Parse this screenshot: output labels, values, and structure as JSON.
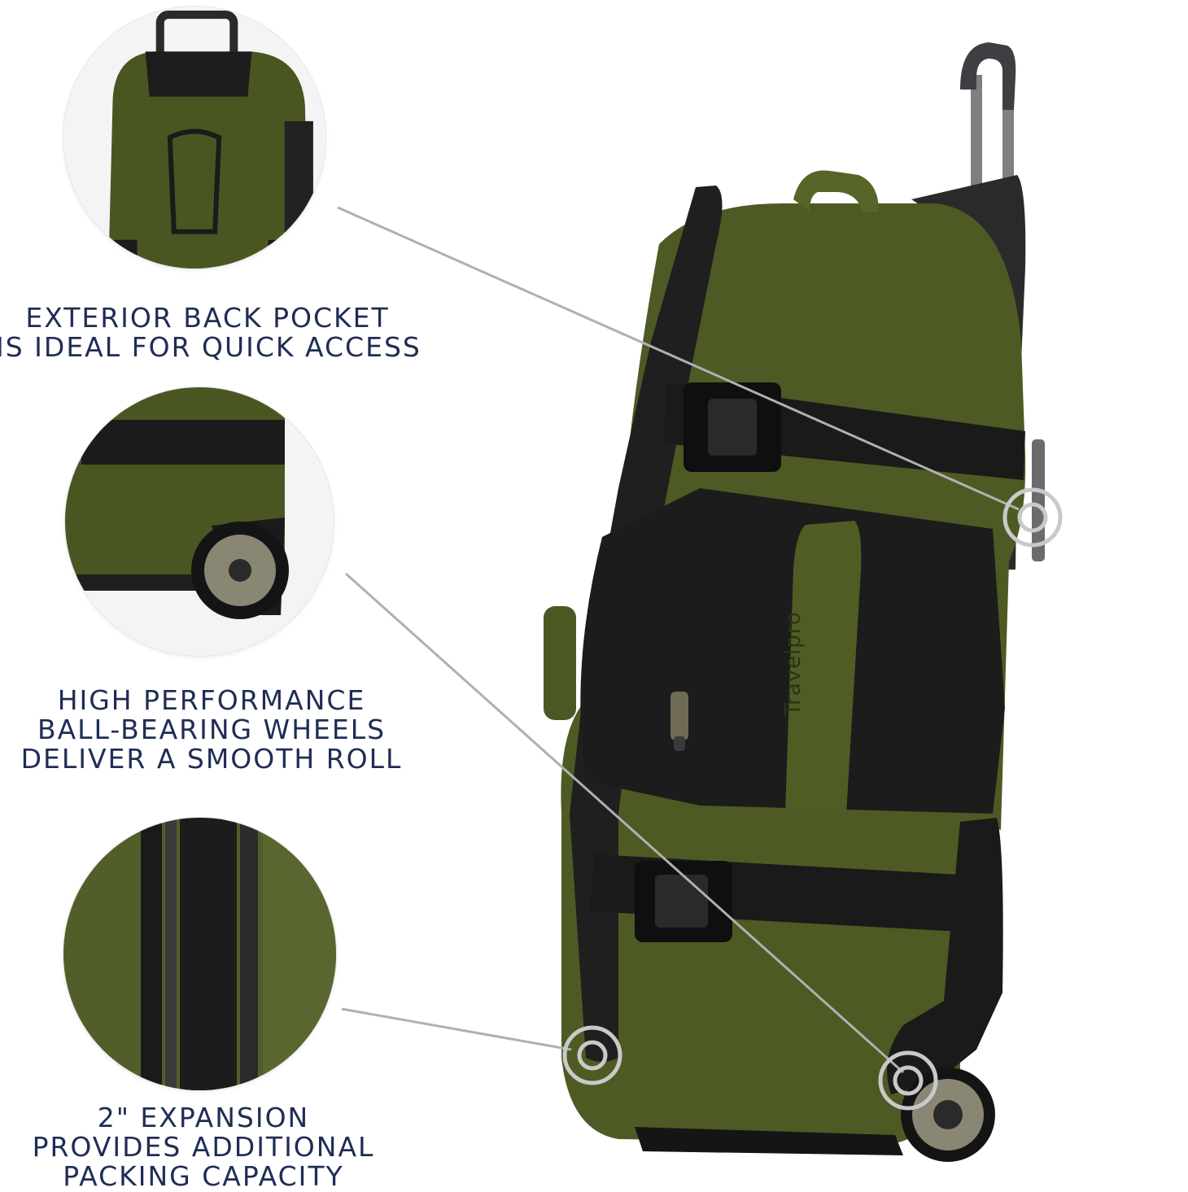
{
  "captions": {
    "back_pocket": [
      "EXTERIOR BACK POCKET",
      "IS IDEAL FOR QUICK ACCESS"
    ],
    "wheels": [
      "HIGH PERFORMANCE",
      "BALL-BEARING WHEELS",
      "DELIVER A SMOOTH ROLL"
    ],
    "expansion": [
      "2\" EXPANSION",
      "PROVIDES ADDITIONAL",
      "PACKING CAPACITY"
    ]
  },
  "brand": "Travelpro",
  "detail_views": [
    {
      "feature": "exterior-back-pocket"
    },
    {
      "feature": "ball-bearing-wheel"
    },
    {
      "feature": "expansion-zipper"
    }
  ],
  "colors": {
    "caption_text": "#1f2d55",
    "olive": "#4d5a24",
    "olive_dark": "#3a441a",
    "black_fabric": "#1c1c1c",
    "callout_line": "#b0b0b0"
  },
  "icons": {
    "callout_marker": "ring-target-icon"
  }
}
